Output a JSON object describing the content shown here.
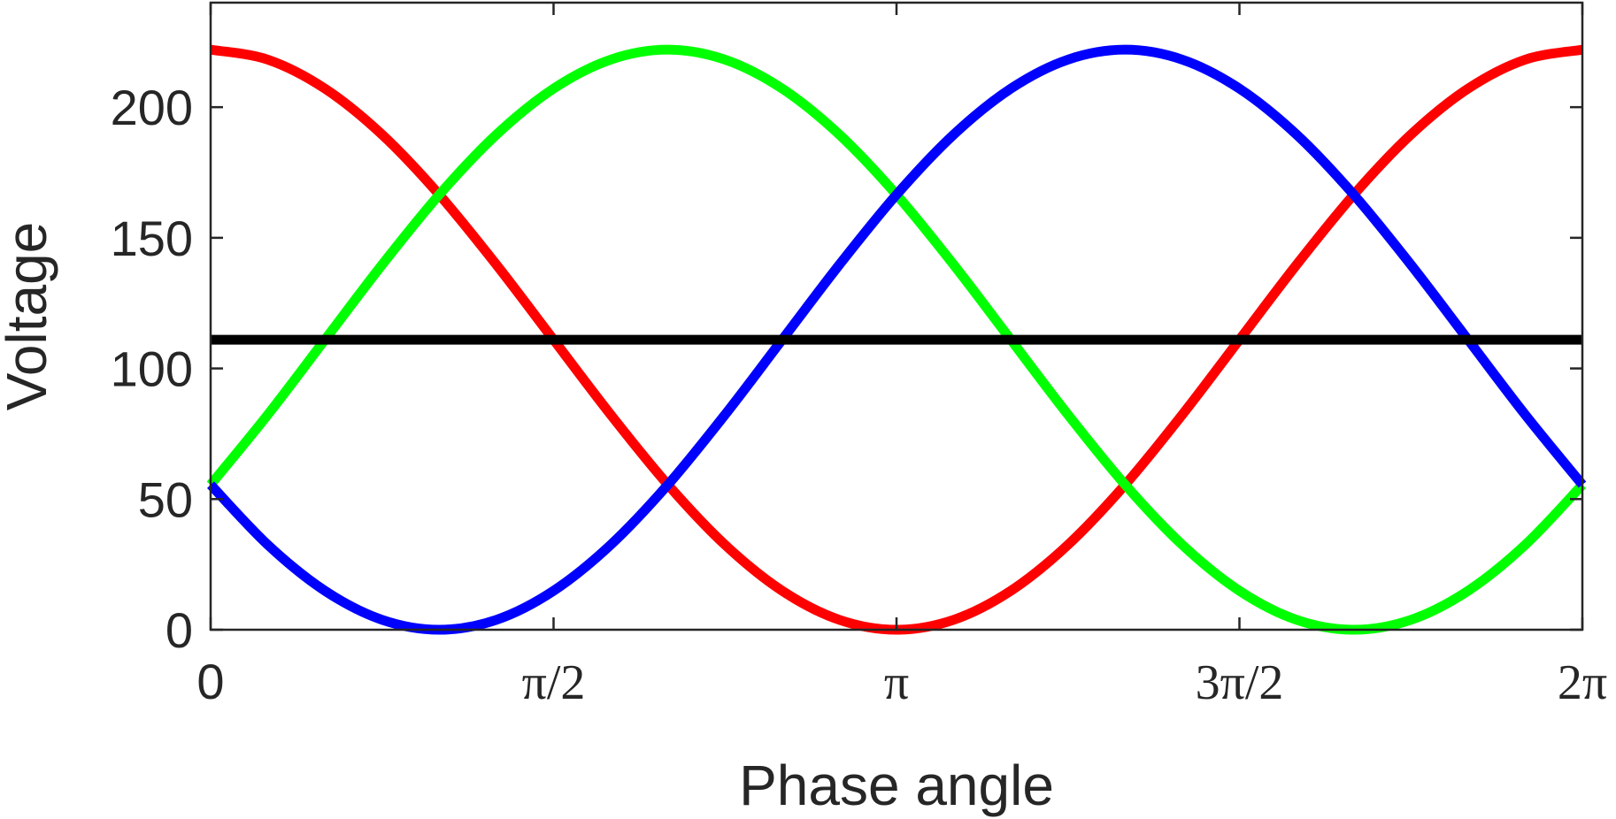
{
  "chart_data": {
    "type": "line",
    "title": "",
    "xlabel": "Phase angle",
    "ylabel": "Voltage",
    "xlim": [
      0,
      6.283185307
    ],
    "ylim": [
      0,
      240
    ],
    "grid": false,
    "x_ticks": [
      {
        "value": 0,
        "label": "0"
      },
      {
        "value": 1.570796327,
        "label": "π/2"
      },
      {
        "value": 3.141592654,
        "label": "π"
      },
      {
        "value": 4.71238898,
        "label": "3π/2"
      },
      {
        "value": 6.283185307,
        "label": "2π"
      }
    ],
    "y_ticks": [
      {
        "value": 0,
        "label": "0"
      },
      {
        "value": 50,
        "label": "50"
      },
      {
        "value": 100,
        "label": "100"
      },
      {
        "value": 150,
        "label": "150"
      },
      {
        "value": 200,
        "label": "200"
      }
    ],
    "x": [
      0,
      0.2618,
      0.5236,
      0.7854,
      1.0472,
      1.309,
      1.5708,
      1.8326,
      2.0944,
      2.3562,
      2.618,
      2.8798,
      3.1416,
      3.4034,
      3.6652,
      3.927,
      4.1888,
      4.4506,
      4.7124,
      4.9742,
      5.236,
      5.4978,
      5.7596,
      6.0214,
      6.2832
    ],
    "series": [
      {
        "color": "#ff0000",
        "values": [
          222.0,
          218.2,
          207.1,
          189.5,
          166.5,
          139.7,
          111.0,
          82.3,
          55.5,
          32.5,
          14.9,
          3.8,
          0.0,
          3.8,
          14.9,
          32.5,
          55.5,
          82.3,
          111.0,
          139.7,
          166.5,
          189.5,
          207.1,
          218.2,
          222.0
        ]
      },
      {
        "color": "#00ff00",
        "values": [
          55.5,
          82.3,
          111.0,
          139.7,
          166.5,
          189.5,
          207.1,
          218.2,
          222.0,
          218.2,
          207.1,
          189.5,
          166.5,
          139.7,
          111.0,
          82.3,
          55.5,
          32.5,
          14.9,
          3.8,
          0.0,
          3.8,
          14.9,
          32.5,
          55.5
        ]
      },
      {
        "color": "#0000ff",
        "values": [
          55.5,
          32.5,
          14.9,
          3.8,
          0.0,
          3.8,
          14.9,
          32.5,
          55.5,
          82.3,
          111.0,
          139.7,
          166.5,
          189.5,
          207.1,
          218.2,
          222.0,
          218.2,
          207.1,
          189.5,
          166.5,
          139.7,
          111.0,
          82.3,
          55.5
        ]
      },
      {
        "color": "#000000",
        "values": [
          111.0,
          111.0,
          111.0,
          111.0,
          111.0,
          111.0,
          111.0,
          111.0,
          111.0,
          111.0,
          111.0,
          111.0,
          111.0,
          111.0,
          111.0,
          111.0,
          111.0,
          111.0,
          111.0,
          111.0,
          111.0,
          111.0,
          111.0,
          111.0,
          111.0
        ]
      }
    ]
  }
}
